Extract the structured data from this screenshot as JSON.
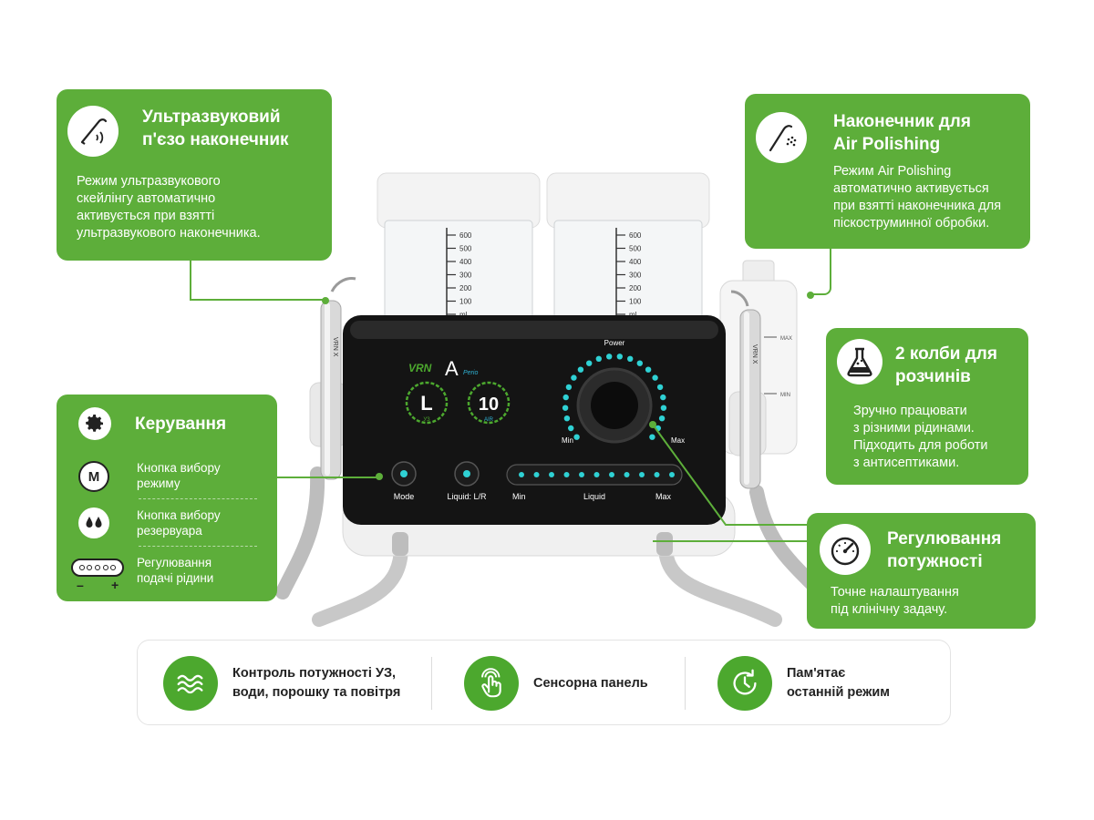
{
  "cards": {
    "ultrasonic": {
      "title_l1": "Ультразвуковий",
      "title_l2": "п'єзо наконечник",
      "text_l1": "Режим ультразвукового",
      "text_l2": "скейлінгу автоматично",
      "text_l3": "активується при взятті",
      "text_l4": "ультразвукового наконечника."
    },
    "air_polishing": {
      "title_l1": "Наконечник для",
      "title_l2": "Air Polishing",
      "text_l1": "Режим Air Polishing",
      "text_l2": "автоматично активується",
      "text_l3": "при взятті наконечника для",
      "text_l4": "піскоструминної обробки."
    },
    "control": {
      "title": "Керування",
      "item1_l1": "Кнопка вибору",
      "item1_l2": "режиму",
      "item1_icon_letter": "M",
      "item2_l1": "Кнопка вибору",
      "item2_l2": "резервуара",
      "item3_l1": "Регулювання",
      "item3_l2": "подачі рідини",
      "item3_minus": "–",
      "item3_plus": "+"
    },
    "flasks": {
      "title_l1": "2 колби для",
      "title_l2": "розчинів",
      "text_l1": "Зручно працювати",
      "text_l2": "з різними рідинами.",
      "text_l3": "Підходить для роботи",
      "text_l4": "з антисептиками."
    },
    "power": {
      "title_l1": "Регулювання",
      "title_l2": "потужності",
      "text_l1": "Точне налаштування",
      "text_l2": "під клінічну задачу."
    }
  },
  "device": {
    "brand": "VRN",
    "model": "A",
    "model_sub": "Perio",
    "mode_value": "L",
    "mode_sub": "УЗ",
    "air_value": "10",
    "air_sub": "AIR",
    "power_label": "Power",
    "power_min": "Min",
    "power_max": "Max",
    "btn_mode": "Mode",
    "btn_liquid": "Liquid: L/R",
    "liquid_min": "Min",
    "liquid_label": "Liquid",
    "liquid_max": "Max",
    "handpiece_label": "VRN X",
    "bottle_max": "MAX",
    "bottle_min": "MIN",
    "tank_ticks": [
      "600",
      "500",
      "400",
      "300",
      "200",
      "100",
      "ml"
    ]
  },
  "bottom": {
    "item1_l1": "Контроль потужності УЗ,",
    "item1_l2": "води, порошку та повітря",
    "item2": "Сенсорна панель",
    "item3_l1": "Пам'ятає",
    "item3_l2": "останній режим"
  },
  "colors": {
    "brand_green": "#5dae3a",
    "accent_cyan": "#2fd1d4",
    "panel_black": "#141414"
  },
  "icons": {
    "ultrasonic": "ultrasonic-scaler-icon",
    "air": "air-polisher-icon",
    "control": "gear-icon",
    "mode": "m-letter-icon",
    "reservoir": "drops-icon",
    "liquid": "liquid-pill-icon",
    "flask": "flask-icon",
    "power": "gauge-icon",
    "wave": "wave-icon",
    "touch": "touch-icon",
    "memory": "clock-refresh-icon"
  }
}
